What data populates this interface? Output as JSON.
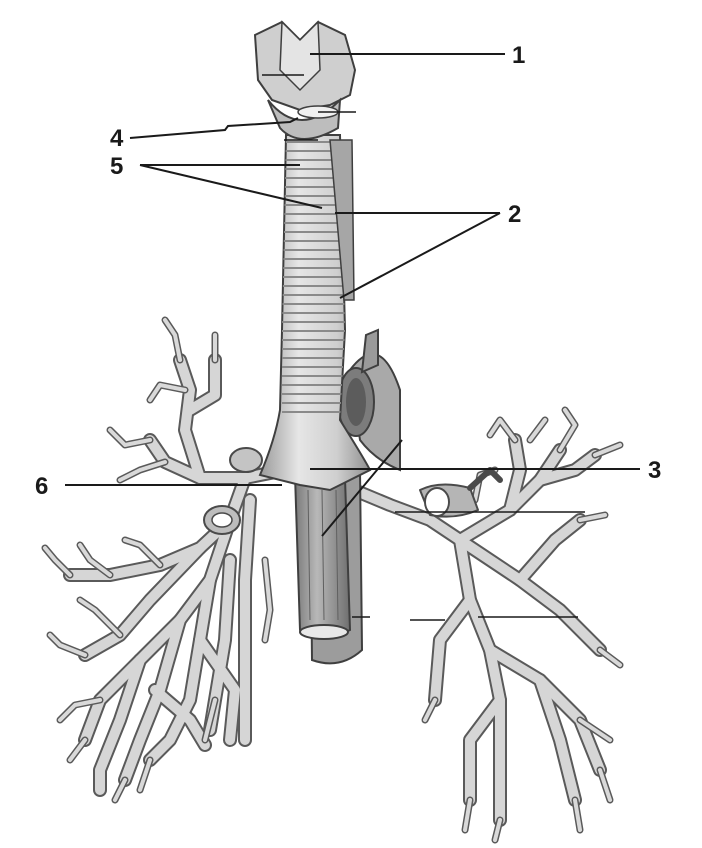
{
  "labels": {
    "l1": "1",
    "l2": "2",
    "l3": "3",
    "l4": "4",
    "l5": "5",
    "l6": "6"
  },
  "colors": {
    "background": "#ffffff",
    "tissue": "#c9c9c9",
    "tissue_light": "#e2e2e2",
    "tissue_dark": "#8d8d8d",
    "outline": "#4a4a4a",
    "leader": "#1a1a1a"
  }
}
